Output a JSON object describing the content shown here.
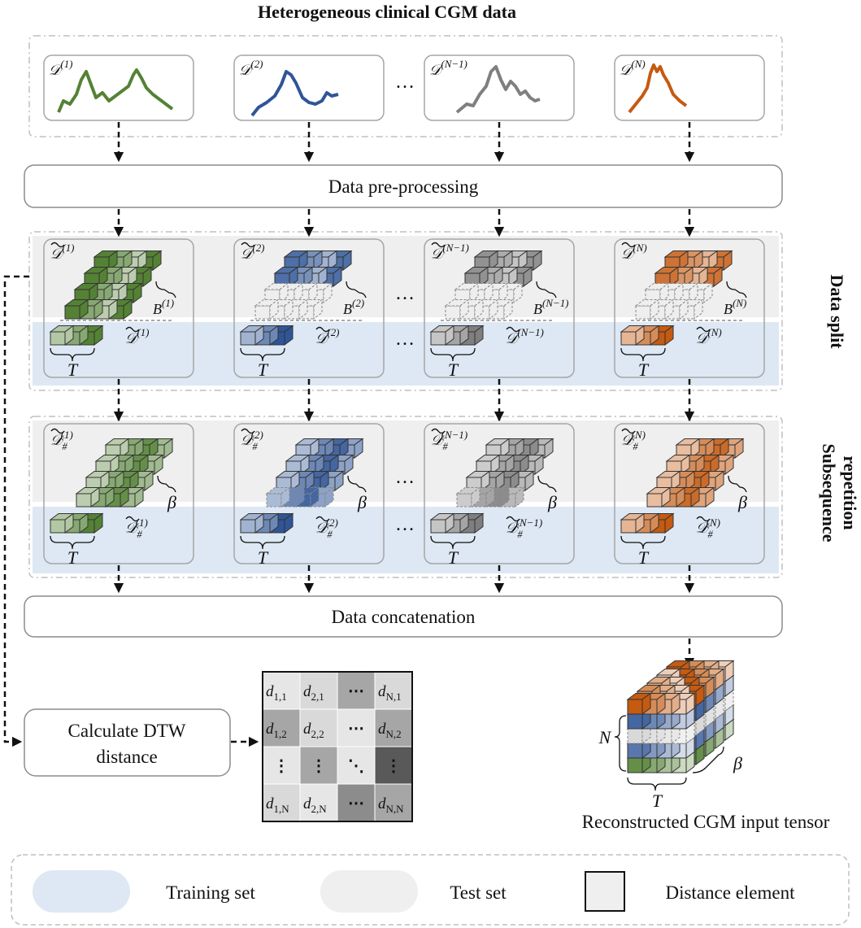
{
  "title": "Heterogeneous clinical CGM data",
  "datasets": [
    {
      "label": "𝒟",
      "sup": "(1)",
      "color": "#548235",
      "light": "#c5e0b4",
      "split_label": "B",
      "split_sup": "(1)"
    },
    {
      "label": "𝒟",
      "sup": "(2)",
      "color": "#2f5597",
      "light": "#9dc3e6",
      "split_label": "B",
      "split_sup": "(2)"
    },
    {
      "label": "𝒟",
      "sup": "(N−1)",
      "color": "#7f7f7f",
      "light": "#d9d9d9",
      "split_label": "B",
      "split_sup": "(N−1)"
    },
    {
      "label": "𝒟",
      "sup": "(N)",
      "color": "#c55a11",
      "light": "#f4b183",
      "split_label": "B",
      "split_sup": "(N)"
    }
  ],
  "ellipsis": "…",
  "steps": {
    "preprocess": "Data pre-processing",
    "concat": "Data concatenation",
    "dtw": [
      "Calculate DTW",
      "distance"
    ]
  },
  "side_labels": {
    "split": "Data split",
    "repetition": [
      "Subsequence",
      "repetition"
    ]
  },
  "symbols": {
    "T": "T",
    "beta": "β",
    "N": "N",
    "hash": "#"
  },
  "tensor_caption": "Reconstructed CGM input tensor",
  "matrix": {
    "cells": [
      [
        "d1,1",
        "d2,1",
        "⋯",
        "dN,1"
      ],
      [
        "d1,2",
        "d2,2",
        "⋯",
        "dN,2"
      ],
      [
        "⋮",
        "⋮",
        "⋱",
        "⋮"
      ],
      [
        "d1,N",
        "d2,N",
        "⋯",
        "dN,N"
      ]
    ]
  },
  "legend": {
    "training": "Training set",
    "test": "Test set",
    "distance": "Distance element"
  },
  "colors": {
    "training_bg": "#dde8f4",
    "test_bg": "#efefef",
    "dashed": "#bfbfbf"
  }
}
